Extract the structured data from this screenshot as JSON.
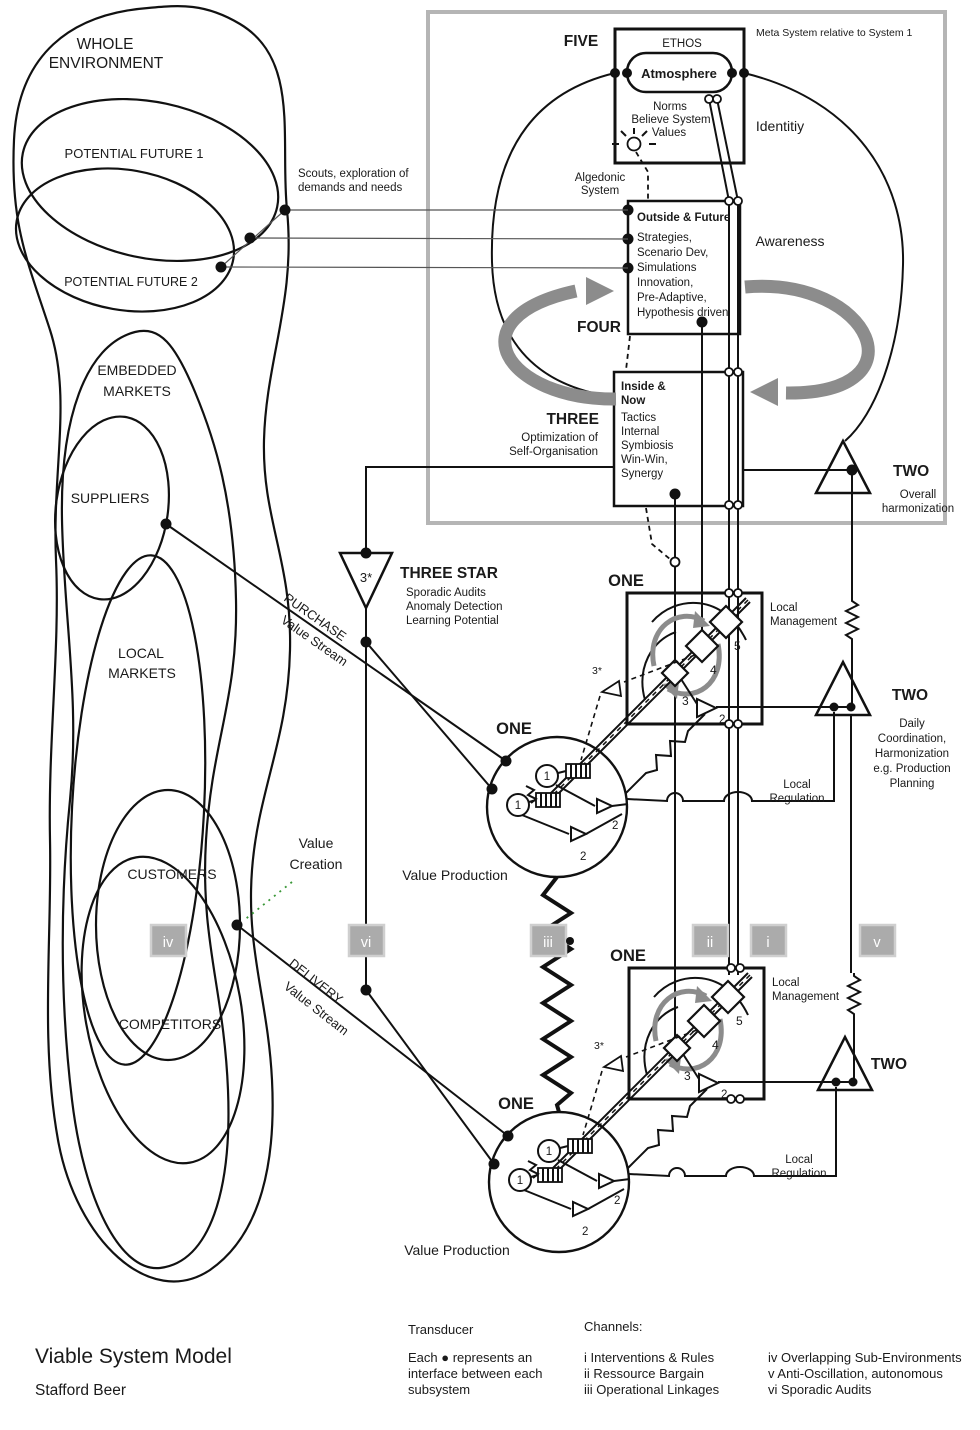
{
  "colors": {
    "purple": "#a23cec",
    "blue": "#1f66f2",
    "red": "#ff3517",
    "orange": "#ff9a00",
    "green": "#009b48",
    "green2": "#3a9738",
    "gray_arrow": "#8c8c8c"
  },
  "env": {
    "whole1": "WHOLE",
    "whole2": "ENVIRONMENT",
    "pf1": "POTENTIAL FUTURE  1",
    "pf2": "POTENTIAL FUTURE  2",
    "embedded1": "EMBEDDED",
    "embedded2": "MARKETS",
    "suppliers": "SUPPLIERS",
    "local1": "LOCAL",
    "local2": "MARKETS",
    "customers": "CUSTOMERS",
    "competitors": "COMPETITORS",
    "scouts1": "Scouts, exploration of",
    "scouts2": "demands and needs"
  },
  "meta": {
    "label": "Meta System relative to System 1",
    "five": "FIVE",
    "ethos": "ETHOS",
    "atmosphere": "Atmosphere",
    "identity": "Identitiy",
    "norms1": "Norms",
    "norms2": "Believe System",
    "norms3": "Values",
    "algedonic1": "Algedonic",
    "algedonic2": "System",
    "four": "FOUR",
    "awareness": "Awareness",
    "outside_title": "Outside & Future",
    "out1": "Strategies,",
    "out2": "Scenario Dev,",
    "out3": "Simulations",
    "out4": "Innovation,",
    "out5": "Pre-Adaptive,",
    "out6": "Hypothesis driven",
    "three": "THREE",
    "three_sub1": "Optimization of",
    "three_sub2": "Self-Organisation",
    "inside_title1": "Inside &",
    "inside_title2": "Now",
    "in1": "Tactics",
    "in2": "Internal",
    "in3": "Symbiosis",
    "in4": "Win-Win,",
    "in5": "Synergy",
    "two": "TWO",
    "two_sub1": "Overall",
    "two_sub2": "harmonization"
  },
  "three_star": {
    "label": "THREE STAR",
    "tri": "3*",
    "l1": "Sporadic Audits",
    "l2": "Anomaly Detection",
    "l3": "Learning Potential"
  },
  "two_daily": {
    "label": "TWO",
    "l1": "Daily",
    "l2": "Coordination,",
    "l3": "Harmonization",
    "l4": "e.g. Production",
    "l5": "Planning"
  },
  "two_lower": {
    "label": "TWO"
  },
  "streams": {
    "purchase1": "PURCHASE",
    "purchase2": "Value Stream",
    "delivery1": "DELIVERY",
    "delivery2": "Value Stream",
    "vc1": "Value",
    "vc2": "Creation"
  },
  "sys1": {
    "one": "ONE",
    "lm1": "Local",
    "lm2": "Management",
    "lr1": "Local",
    "lr2": "Regulation",
    "vp": "Value Production",
    "d5": "5",
    "d4": "4",
    "d3": "3",
    "t2": "2",
    "t2a": "2",
    "t2b": "2",
    "c1": "1",
    "audit": "3*"
  },
  "channels_row": {
    "iv": "iv",
    "vi": "vi",
    "iii": "iii",
    "ii": "ii",
    "i": "i",
    "v": "v"
  },
  "legend": {
    "title": "Viable System Model",
    "author": "Stafford Beer",
    "transducer": "Transducer",
    "tr1": "Each ● represents an",
    "tr2": "interface between each",
    "tr3": "subsystem",
    "channels": "Channels:",
    "c1": "i Interventions & Rules",
    "c2": "ii Ressource Bargain",
    "c3": "iii Operational Linkages",
    "c4": "iv Overlapping Sub-Environments",
    "c5": "v Anti-Oscillation, autonomous",
    "c6": "vi Sporadic Audits"
  }
}
